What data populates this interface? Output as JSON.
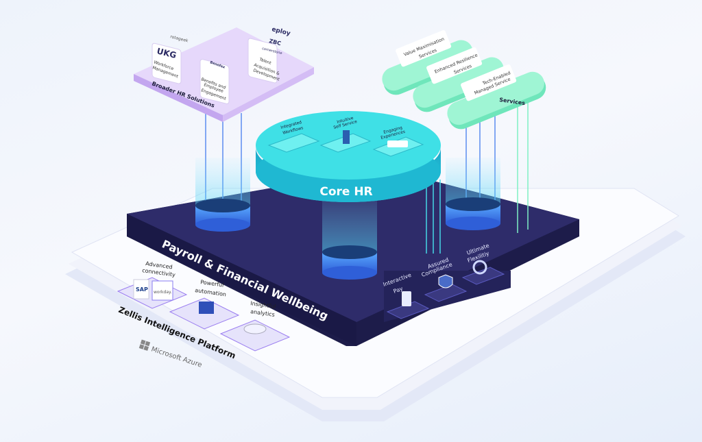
{
  "broader_hr": {
    "title": "Broader HR Solutions",
    "cards": [
      {
        "logos": [
          "UKG",
          "rotageek"
        ],
        "label_lines": [
          "Workforce",
          "Management"
        ]
      },
      {
        "logos": [
          "Benefex"
        ],
        "label_lines": [
          "Benefits and",
          "Employee",
          "Engagement"
        ]
      },
      {
        "logos": [
          "eploy",
          "ZBC",
          "cornerstone"
        ],
        "label_lines": [
          "Talent",
          "Acquisition &",
          "Development"
        ]
      }
    ]
  },
  "services": {
    "title": "Services",
    "items": [
      {
        "lines": [
          "Value Maximisation",
          "Services"
        ]
      },
      {
        "lines": [
          "Enhanced Resilience",
          "Services"
        ]
      },
      {
        "lines": [
          "Tech-Enabled",
          "Managed Service"
        ]
      }
    ]
  },
  "core_hr": {
    "title": "Core HR",
    "features": [
      {
        "lines": [
          "Integrated",
          "Workflows"
        ]
      },
      {
        "lines": [
          "Intuitive",
          "Self Service"
        ]
      },
      {
        "lines": [
          "Engaging",
          "Experiences"
        ]
      }
    ]
  },
  "payroll": {
    "title": "Payroll & Financial Wellbeing",
    "features": [
      {
        "lines": [
          "Interactive",
          "Pay"
        ]
      },
      {
        "lines": [
          "Assured",
          "Compliance"
        ]
      },
      {
        "lines": [
          "Ultimate",
          "Flexilitiy"
        ]
      }
    ]
  },
  "intelligence": {
    "title": "Zellis Intelligence Platform",
    "features": [
      {
        "lines": [
          "Advanced",
          "connectivity"
        ],
        "logos": [
          "SAP",
          "workday."
        ]
      },
      {
        "lines": [
          "Powerful",
          "automation"
        ]
      },
      {
        "lines": [
          "Insightful",
          "analytics"
        ]
      }
    ]
  },
  "azure": {
    "label": "Microsoft Azure"
  },
  "colors": {
    "navy": "#2b2a63",
    "teal": "#22c6d8",
    "mint": "#7ef0c4",
    "lilac": "#d9c6f5"
  }
}
